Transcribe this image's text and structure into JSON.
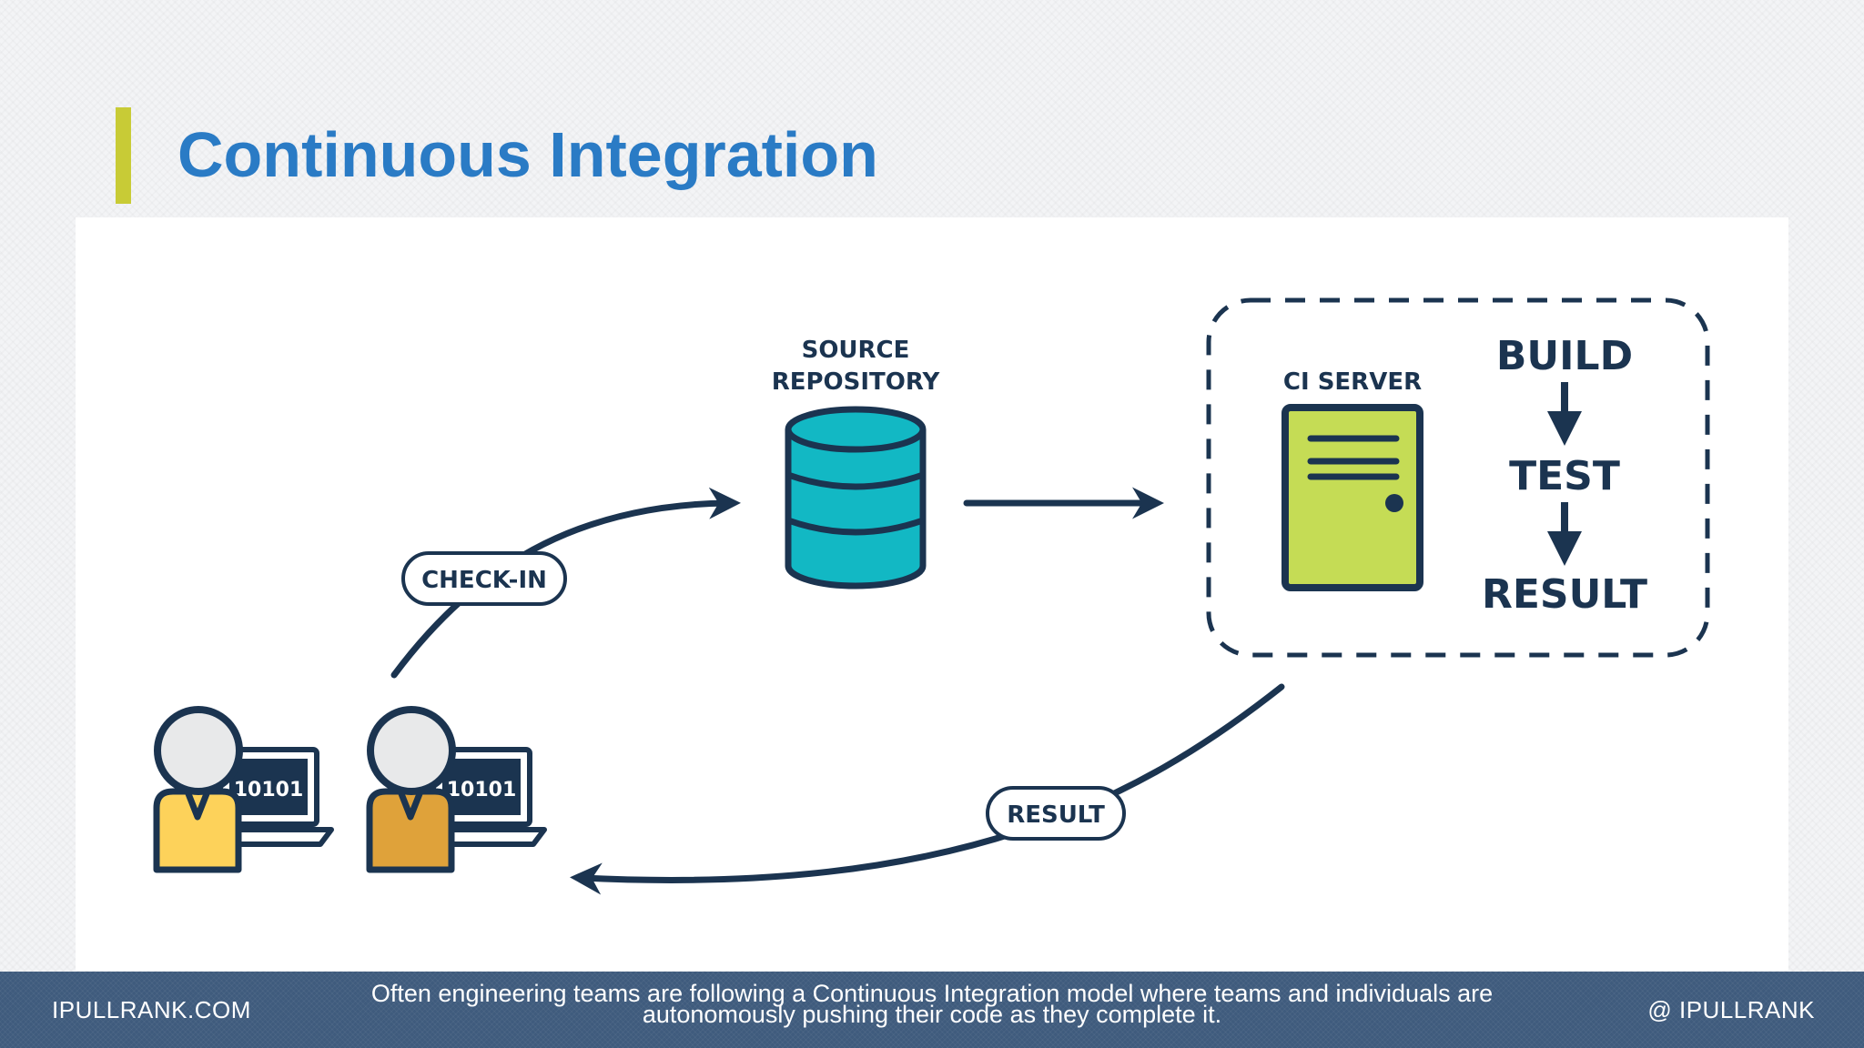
{
  "slide": {
    "title": "Continuous Integration",
    "colors": {
      "title": "#2a7bc5",
      "accent_bar": "#c8cb36",
      "ink": "#1b3450",
      "database": "#12b8c4",
      "server": "#c5dc55",
      "developer_1": "#fdd25a",
      "developer_2": "#dfa23a",
      "footer": "#3f5b7d"
    }
  },
  "diagram": {
    "source_repository_label_line1": "SOURCE",
    "source_repository_label_line2": "REPOSITORY",
    "ci_server_label": "CI SERVER",
    "pipeline_steps": [
      "BUILD",
      "TEST",
      "RESULT"
    ],
    "check_in_label": "CHECK-IN",
    "result_label": "RESULT",
    "developer_screen_text": "10101",
    "icons": [
      "database-icon",
      "server-icon",
      "developer-icon",
      "laptop-icon",
      "arrow-icon"
    ]
  },
  "footer": {
    "left": "IPULLRANK.COM",
    "caption_line1": "Often engineering teams are following a Continuous Integration model where teams and individuals are",
    "caption_line2": "autonomously pushing their code as they complete it.",
    "right": "@ IPULLRANK"
  }
}
